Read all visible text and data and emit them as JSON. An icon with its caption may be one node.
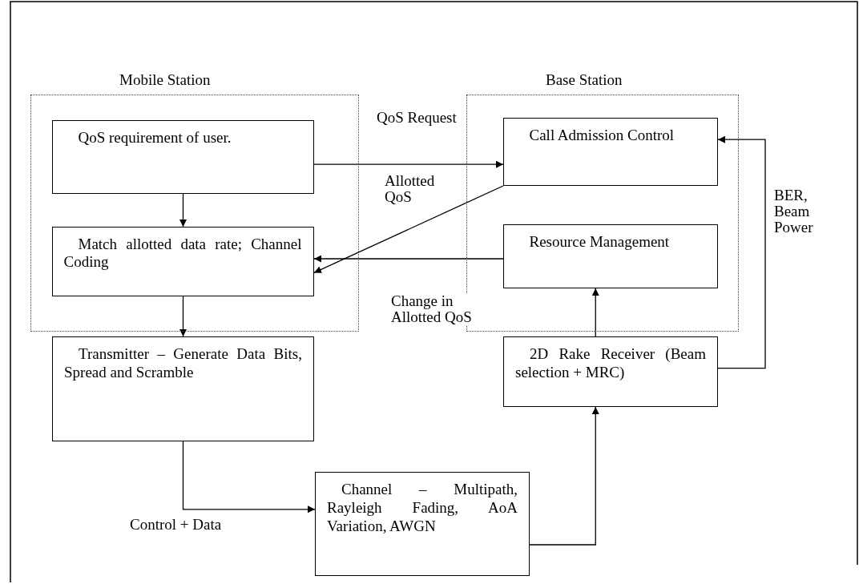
{
  "diagram": {
    "nodes": [
      {
        "text": [
          "Mobile Station"
        ]
      },
      {
        "text": [
          "QoS requirement of user."
        ],
        "in": 0
      },
      {
        "text": [
          "Match allotted data rate; Channel Coding"
        ],
        "in": 0
      },
      {
        "text": [
          "Base Station"
        ]
      },
      {
        "text": [
          "Call Admission Control"
        ],
        "in": 3
      },
      {
        "text": [
          "Resource Management"
        ],
        "in": 3
      },
      {
        "text": [
          "Transmitter – Generate Data Bits, Spread and Scramble"
        ]
      },
      {
        "text": [
          "2D Rake Receiver (Beam selection + MRC)"
        ]
      },
      {
        "text": [
          "Channel – Multipath, Rayleigh Fading, AoA Variation, AWGN"
        ]
      }
    ],
    "edges": [
      {
        "from": 1,
        "to": 4,
        "arrow": "to",
        "label": "QoS Request"
      },
      {
        "from": 1,
        "to": 2,
        "arrow": "to"
      },
      {
        "from": 4,
        "to": 2,
        "arrow": "to",
        "label": "Allotted QoS"
      },
      {
        "from": 5,
        "to": 2,
        "arrow": "to",
        "label": "Change in Allotted QoS"
      },
      {
        "from": 2,
        "to": 6,
        "arrow": "to"
      },
      {
        "from": 6,
        "to": 8,
        "arrow": "to",
        "label": "Control + Data"
      },
      {
        "from": 8,
        "to": 7,
        "arrow": "to"
      },
      {
        "from": 7,
        "to": 5,
        "arrow": "to"
      },
      {
        "from": 7,
        "to": 4,
        "arrow": "to",
        "label": "BER, Beam Power"
      }
    ]
  }
}
